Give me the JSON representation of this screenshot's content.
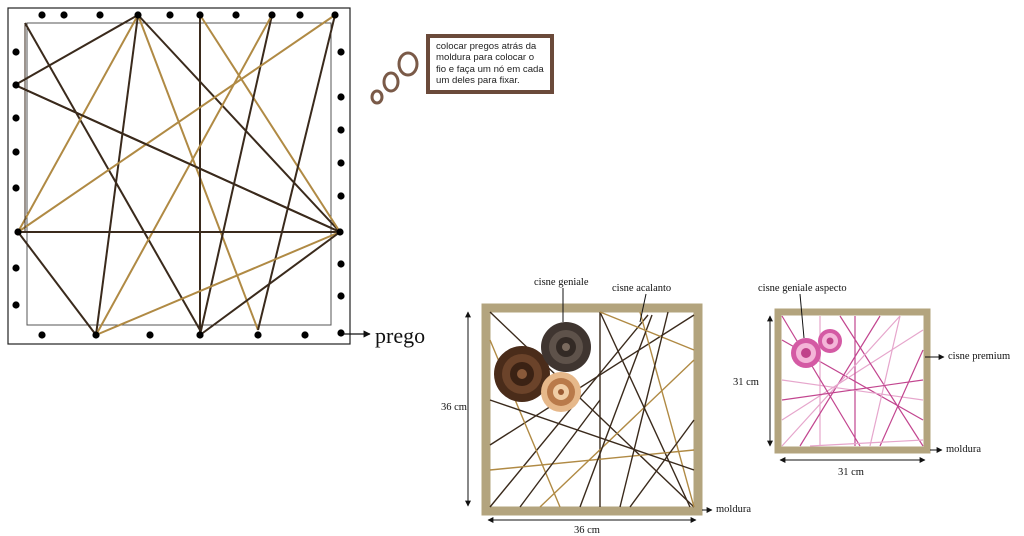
{
  "note": {
    "text": "colocar pregos atrás da moldura para colocar o fio e faça um nó em cada um deles para fixar."
  },
  "labels": {
    "prego": "prego",
    "cisne_geniale": "cisne geniale",
    "cisne_acalanto": "cisne acalanto",
    "height_large": "36 cm",
    "width_large": "36 cm",
    "moldura_large": "moldura",
    "cisne_geniale_aspecto": "cisne geniale aspecto",
    "cisne_premium": "cisne premium",
    "height_small": "31 cm",
    "width_small": "31 cm",
    "moldura_small": "moldura"
  },
  "colors": {
    "dark_thread": "#3a2a1c",
    "gold_thread": "#b08a44",
    "frame_tan": "#b3a47e",
    "pink_thread": "#c2458f",
    "light_pink_thread": "#e6a6cc",
    "note_border": "#6b4a3a",
    "nail": "#000000"
  }
}
